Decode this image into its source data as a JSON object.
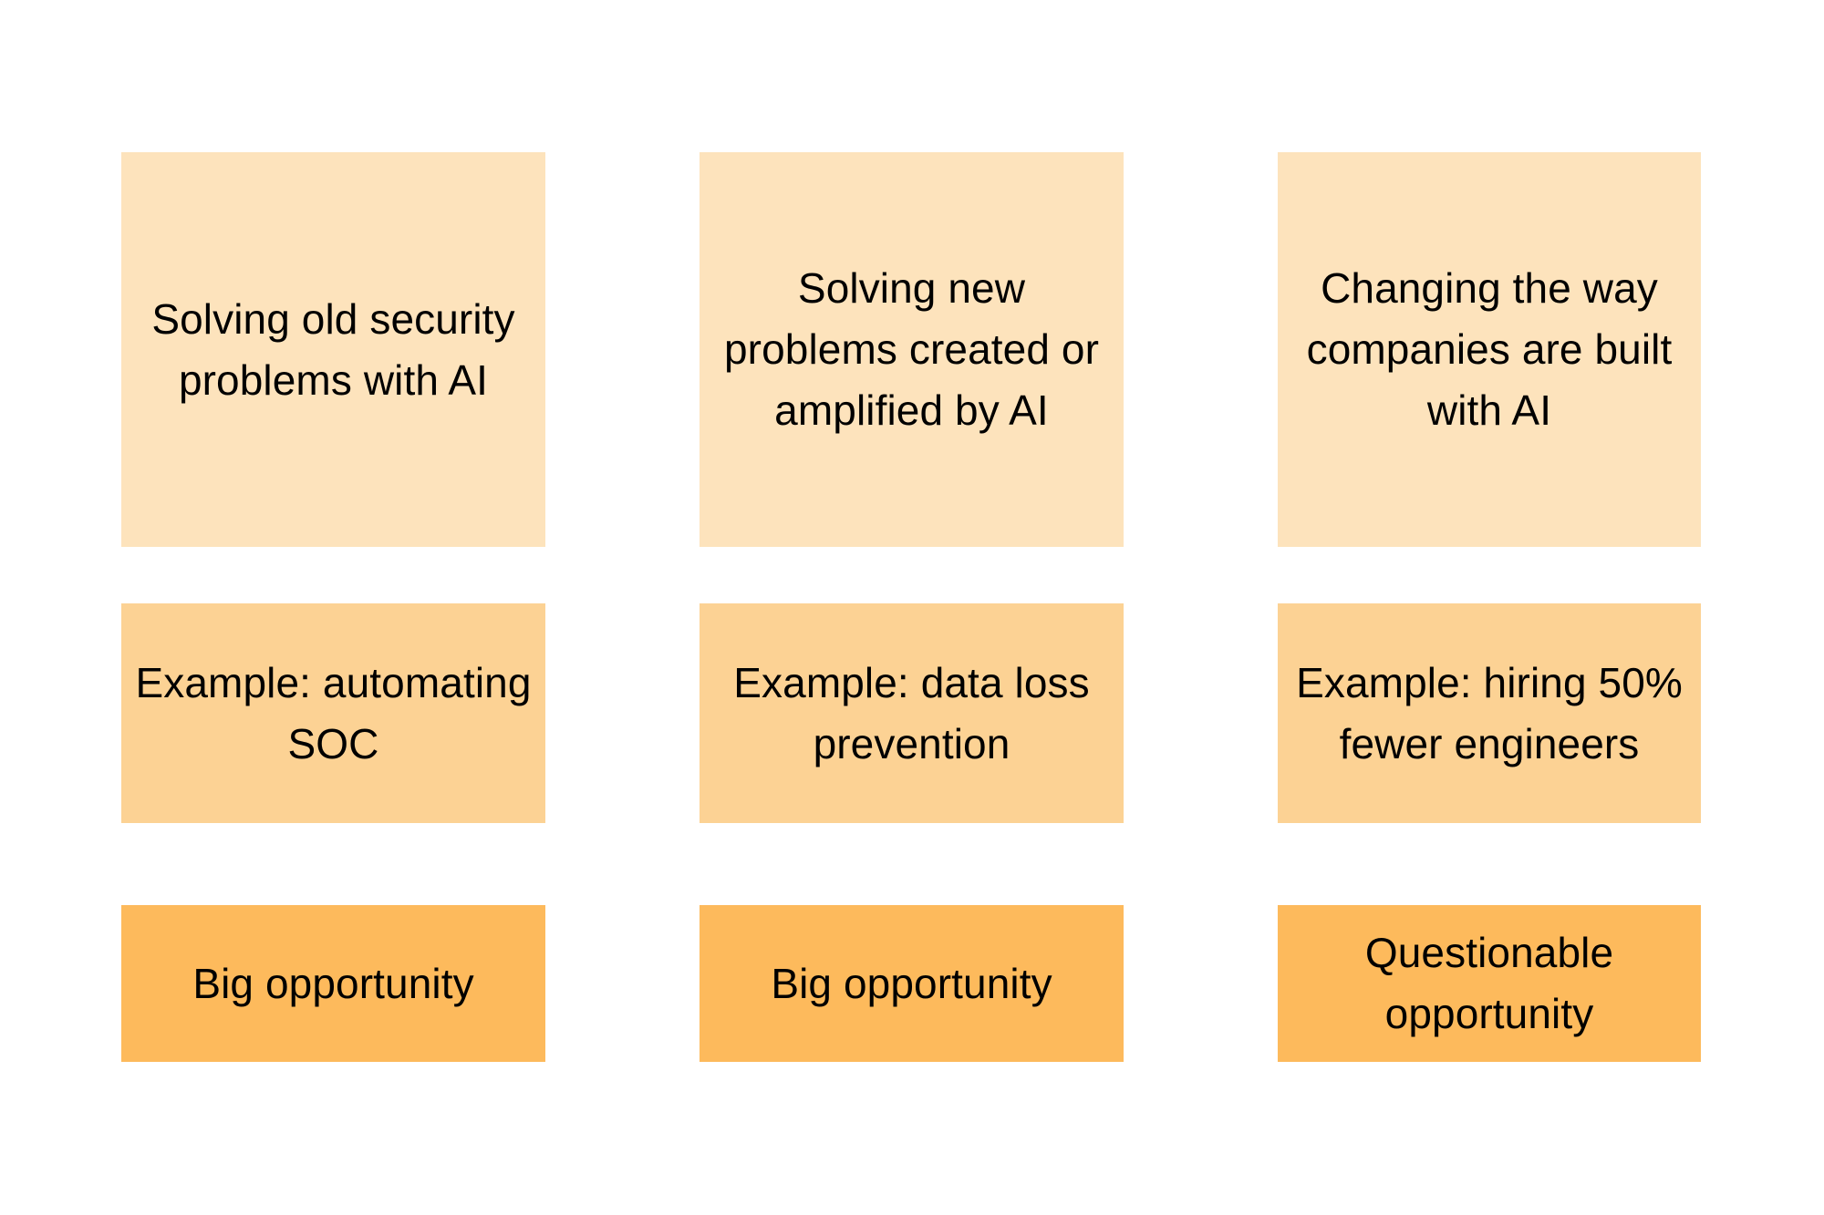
{
  "page": {
    "background_color": "#ffffff",
    "text_color": "#000000"
  },
  "palette": {
    "theme_row": "#fde3bc",
    "example_row": "#fcd294",
    "verdict_row": "#fdba5c"
  },
  "matrix": {
    "columns": [
      {
        "id": "old-problems",
        "theme": "Solving old security problems with AI",
        "example": "Example: automating SOC",
        "verdict": "Big opportunity"
      },
      {
        "id": "new-problems",
        "theme": "Solving new problems created or amplified by AI",
        "example": "Example: data loss prevention",
        "verdict": "Big opportunity"
      },
      {
        "id": "company-building",
        "theme": "Changing the way companies are built with AI",
        "example": "Example: hiring 50% fewer engineers",
        "verdict": "Questionable opportunity"
      }
    ]
  }
}
